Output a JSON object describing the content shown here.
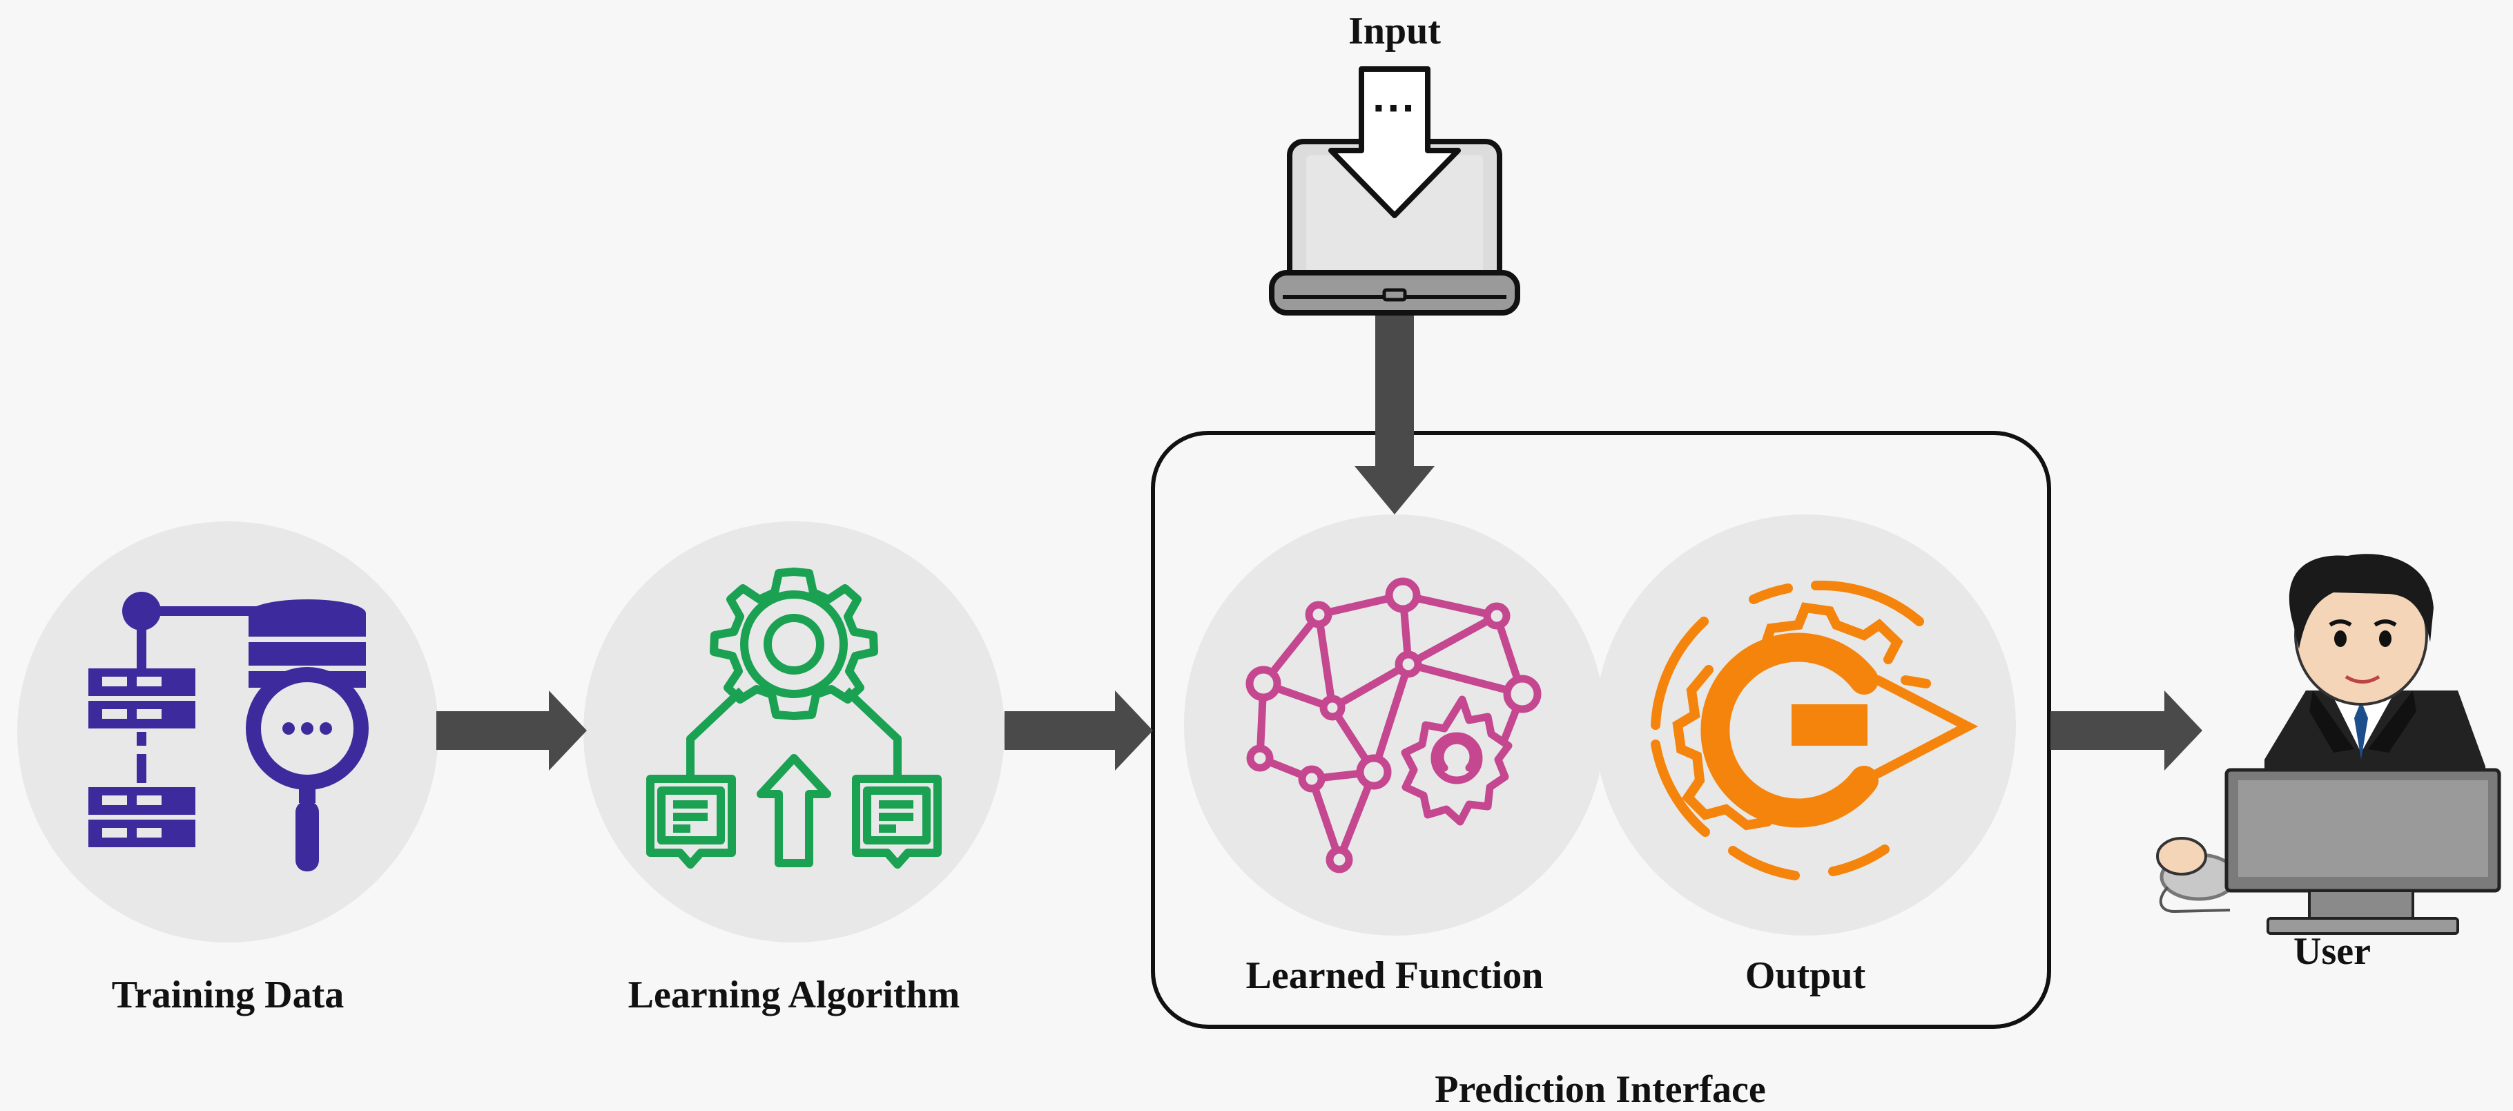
{
  "labels": {
    "input": "Input",
    "training_data": "Training Data",
    "learning_algorithm": "Learning Algorithm",
    "learned_function": "Learned Function",
    "output": "Output",
    "user": "User",
    "prediction_interface": "Prediction Interface"
  },
  "laptop_screen_text": "···",
  "nodes": [
    {
      "id": "training-data",
      "icon": "database-search-icon",
      "color": "#3d2a9c"
    },
    {
      "id": "learning-algorithm",
      "icon": "gear-flow-icon",
      "color": "#1aa152"
    },
    {
      "id": "learned-function",
      "icon": "brain-network-icon",
      "color": "#c4478f"
    },
    {
      "id": "output",
      "icon": "gear-play-icon",
      "color": "#f5840c"
    }
  ],
  "colors": {
    "arrow": "#4a4a4a",
    "circle": "#e8e8e8",
    "frame": "#111111"
  }
}
